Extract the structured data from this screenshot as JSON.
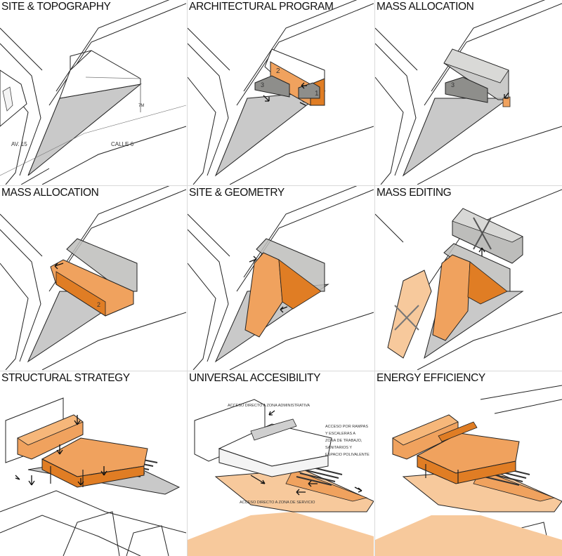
{
  "colors": {
    "orange": "#f0a25e",
    "orange_dark": "#e07d24",
    "orange_light": "#f7c99c",
    "gray_box": "#b9b9b6",
    "site_gray": "#c9c9c9",
    "line": "#222222"
  },
  "panels": [
    {
      "title": "SITE & TOPOGRAPHY",
      "labels": {
        "height": "7M",
        "avenue": "AV. 15",
        "street": "CALLE 6"
      },
      "program_numbers": []
    },
    {
      "title": "ARCHITECTURAL PROGRAM",
      "labels": {},
      "program_numbers": [
        "1",
        "2",
        "3"
      ]
    },
    {
      "title": "MASS ALLOCATION",
      "labels": {},
      "program_numbers": [
        "3"
      ]
    },
    {
      "title": "MASS ALLOCATION",
      "labels": {},
      "program_numbers": [
        "2"
      ]
    },
    {
      "title": "SITE & GEOMETRY",
      "labels": {},
      "program_numbers": []
    },
    {
      "title": "MASS EDITING",
      "labels": {},
      "program_numbers": []
    },
    {
      "title": "STRUCTURAL STRATEGY",
      "labels": {},
      "program_numbers": []
    },
    {
      "title": "UNIVERSAL ACCESIBILITY",
      "labels": {
        "admin_access": "ACCESO DIRECTO A ZONA ADMINISTRATIVA",
        "ramp_access": [
          "ACCESO POR RAMPAS",
          "Y ESCALERAS A",
          "ZONA DE TRABAJO,",
          "SANITARIOS Y",
          "ESPACIO POLIVALENTE"
        ],
        "service_access": "ACCESO DIRECTO A ZONA DE SERVICIO"
      },
      "program_numbers": []
    },
    {
      "title": "ENERGY EFFICIENCY",
      "labels": {},
      "program_numbers": []
    }
  ]
}
